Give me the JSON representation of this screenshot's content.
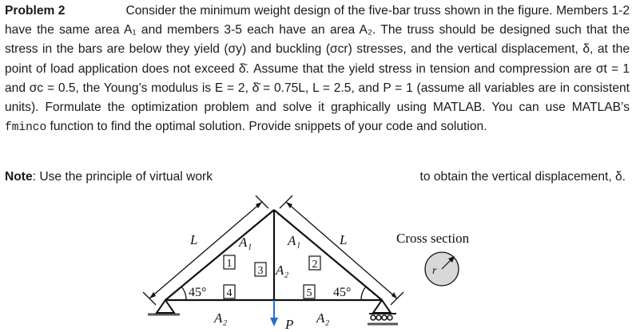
{
  "problem": {
    "heading": "Problem 2",
    "sentence_1": "Consider the minimum weight design of the five-bar truss shown in the figure.",
    "body_1": "Members 1-2 have the same area A₁ and members 3-5 each have an area A₂. The truss should be designed such that the stress in the bars are below they yield (σy) and buckling (σcr) stresses, and the vertical displacement, δ, at the point of load application does not exceed δ̄. Assume that the yield stress in tension and compression are σt = 1 and σc = 0.5, the Young’s modulus is E = 2, δ̄ = 0.75L, L = 2.5, and P = 1 (assume all variables are in consistent units). Formulate the optimization problem and solve it graphically using MATLAB. You can use MATLAB’s ",
    "code": "fminco",
    "body_2": " function to find the optimal solution. Provide snippets of your code and solution."
  },
  "note": {
    "label": "Note",
    "text_left": ": Use the principle of virtual work",
    "text_right": "to obtain the vertical displacement, δ."
  },
  "figure": {
    "length_left": "L",
    "length_right": "L",
    "area_a1_left": "A₁",
    "area_a1_right": "A₁",
    "area_a2_center": "A₂",
    "area_a2_bottom_left": "A₂",
    "area_a2_bottom_right": "A₂",
    "member_1": "1",
    "member_2": "2",
    "member_3": "3",
    "member_4": "4",
    "member_5": "5",
    "angle_left": "45°",
    "angle_right": "45°",
    "load": "P",
    "cross_section_title": "Cross section",
    "radius": "r"
  }
}
